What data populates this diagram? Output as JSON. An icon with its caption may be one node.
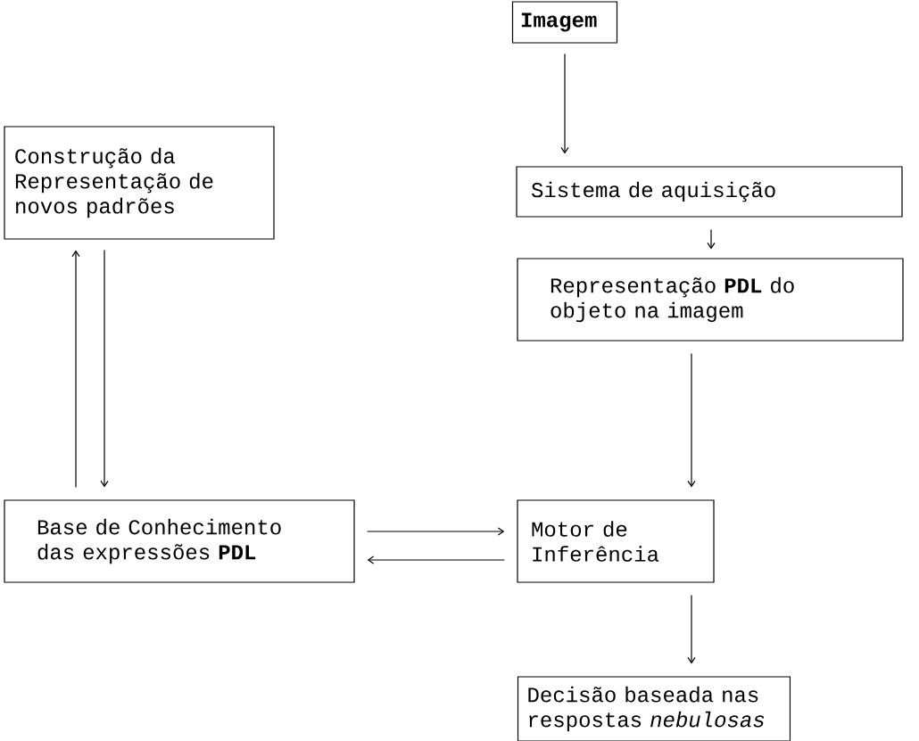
{
  "diagram": {
    "nodes": [
      {
        "text": [
          "Imagem"
        ]
      },
      {
        "text": [
          "Sistema de aquisição"
        ]
      },
      {
        "text": [
          "Construção da Representação de novos padrões"
        ]
      },
      {
        "text": [
          "Representação **PDL** do objeto na imagem"
        ]
      },
      {
        "text": [
          "Base de Conhecimento das expressões **PDL**"
        ]
      },
      {
        "text": [
          "Motor de Inferência"
        ]
      },
      {
        "text": [
          "Decisão baseada nas respostas *nebulosas*"
        ]
      }
    ],
    "edges": [
      {
        "from": 0,
        "to": 1,
        "arrow": "to"
      },
      {
        "from": 1,
        "to": 3,
        "arrow": "to"
      },
      {
        "from": 3,
        "to": 5,
        "arrow": "to"
      },
      {
        "from": 5,
        "to": 6,
        "arrow": "to"
      },
      {
        "from": 4,
        "to": 2,
        "arrow": "to"
      },
      {
        "from": 2,
        "to": 4,
        "arrow": "to"
      },
      {
        "from": 4,
        "to": 5,
        "arrow": "to"
      },
      {
        "from": 5,
        "to": 4,
        "arrow": "to"
      }
    ]
  }
}
